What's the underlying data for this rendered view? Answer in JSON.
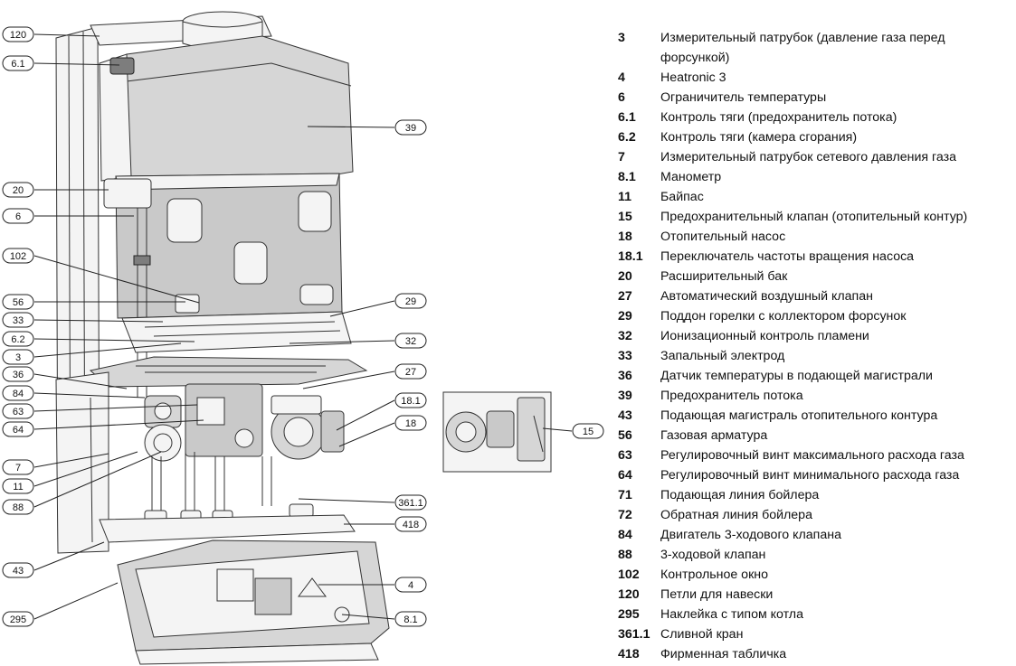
{
  "callouts_main": [
    {
      "label": "120"
    },
    {
      "label": "6.1"
    },
    {
      "label": "39"
    },
    {
      "label": "20"
    },
    {
      "label": "6"
    },
    {
      "label": "102"
    },
    {
      "label": "56"
    },
    {
      "label": "29"
    },
    {
      "label": "33"
    },
    {
      "label": "6.2"
    },
    {
      "label": "32"
    },
    {
      "label": "3"
    },
    {
      "label": "36"
    },
    {
      "label": "27"
    },
    {
      "label": "84"
    },
    {
      "label": "18.1"
    },
    {
      "label": "63"
    },
    {
      "label": "64"
    },
    {
      "label": "18"
    },
    {
      "label": "7"
    },
    {
      "label": "11"
    },
    {
      "label": "88"
    },
    {
      "label": "361.1"
    },
    {
      "label": "418"
    },
    {
      "label": "43"
    },
    {
      "label": "4"
    },
    {
      "label": "295"
    },
    {
      "label": "8.1"
    }
  ],
  "callout_inset": {
    "label": "15"
  },
  "legend": [
    {
      "num": "3",
      "text": "Измерительный патрубок (давление газа перед форсункой)"
    },
    {
      "num": "4",
      "text": "Heatronic 3"
    },
    {
      "num": "6",
      "text": "Ограничитель температуры"
    },
    {
      "num": "6.1",
      "text": "Контроль тяги (предохранитель потока)"
    },
    {
      "num": "6.2",
      "text": "Контроль тяги (камера сгорания)"
    },
    {
      "num": "7",
      "text": "Измерительный патрубок сетевого давления газа"
    },
    {
      "num": "8.1",
      "text": "Манометр"
    },
    {
      "num": "11",
      "text": "Байпас"
    },
    {
      "num": "15",
      "text": "Предохранительный клапан (отопительный контур)"
    },
    {
      "num": "18",
      "text": "Отопительный насос"
    },
    {
      "num": "18.1",
      "text": "Переключатель частоты вращения насоса"
    },
    {
      "num": "20",
      "text": "Расширительный бак"
    },
    {
      "num": "27",
      "text": "Автоматический воздушный клапан"
    },
    {
      "num": "29",
      "text": "Поддон горелки с коллектором форсунок"
    },
    {
      "num": "32",
      "text": "Ионизационный контроль пламени"
    },
    {
      "num": "33",
      "text": "Запальный электрод"
    },
    {
      "num": "36",
      "text": "Датчик температуры в подающей магистрали"
    },
    {
      "num": "39",
      "text": "Предохранитель потока"
    },
    {
      "num": "43",
      "text": "Подающая магистраль отопительного контура"
    },
    {
      "num": "56",
      "text": "Газовая арматура"
    },
    {
      "num": "63",
      "text": "Регулировочный винт максимального расхода газа"
    },
    {
      "num": "64",
      "text": "Регулировочный винт минимального расхода газа"
    },
    {
      "num": "71",
      "text": "Подающая линия бойлера"
    },
    {
      "num": "72",
      "text": "Обратная линия бойлера"
    },
    {
      "num": "84",
      "text": "Двигатель 3-ходового клапана"
    },
    {
      "num": "88",
      "text": "3-ходовой клапан"
    },
    {
      "num": "102",
      "text": "Контрольное окно"
    },
    {
      "num": "120",
      "text": "Петли для навески"
    },
    {
      "num": "295",
      "text": "Наклейка с типом котла"
    },
    {
      "num": "361.1",
      "text": "Сливной кран"
    },
    {
      "num": "418",
      "text": "Фирменная табличка"
    }
  ]
}
